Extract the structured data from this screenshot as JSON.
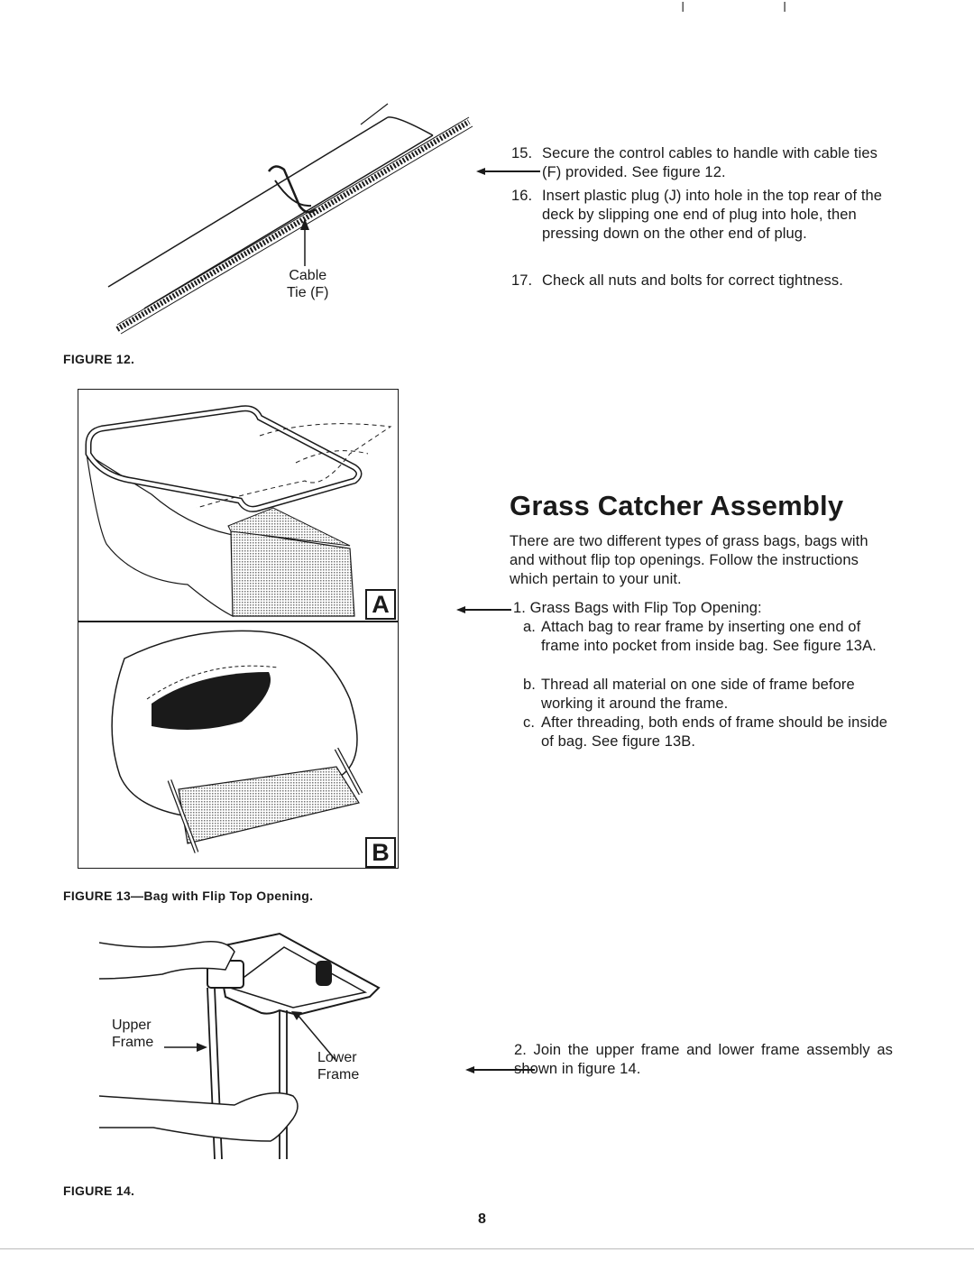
{
  "header_marks": "I I",
  "figure12": {
    "caption": "FIGURE 12.",
    "label_line1": "Cable",
    "label_line2": "Tie (F)"
  },
  "steps_top": [
    {
      "num": "15.",
      "text": "Secure the control cables to handle with cable ties (F) provided. See figure 12."
    },
    {
      "num": "16.",
      "text": "Insert plastic plug (J) into hole in the top rear of the deck by slipping one end of plug into hole, then pressing down on the other end of plug."
    },
    {
      "num": "17.",
      "text": "Check all nuts and bolts for correct tightness."
    }
  ],
  "figure13": {
    "panel_a": "A",
    "panel_b": "B",
    "caption": "FIGURE 13—Bag with Flip Top Opening."
  },
  "section": {
    "title": "Grass Catcher Assembly",
    "intro": "There are two different types of grass bags, bags with and without flip top openings. Follow the instructions which pertain to your unit.",
    "item1": "1. Grass Bags with Flip Top Opening:",
    "subitems": [
      {
        "letter": "a.",
        "text": "Attach bag to rear frame by inserting one end of frame into pocket from inside bag. See figure 13A."
      },
      {
        "letter": "b.",
        "text": "Thread all material on one side of frame before working it around the frame."
      },
      {
        "letter": "c.",
        "text": "After threading, both ends of frame should be inside of bag. See figure 13B."
      }
    ],
    "item2": "2. Join the upper frame and lower frame assembly as shown in figure 14."
  },
  "figure14": {
    "upper_line1": "Upper",
    "upper_line2": "Frame",
    "lower_line1": "Lower",
    "lower_line2": "Frame",
    "caption": "FIGURE 14."
  },
  "page_number": "8"
}
